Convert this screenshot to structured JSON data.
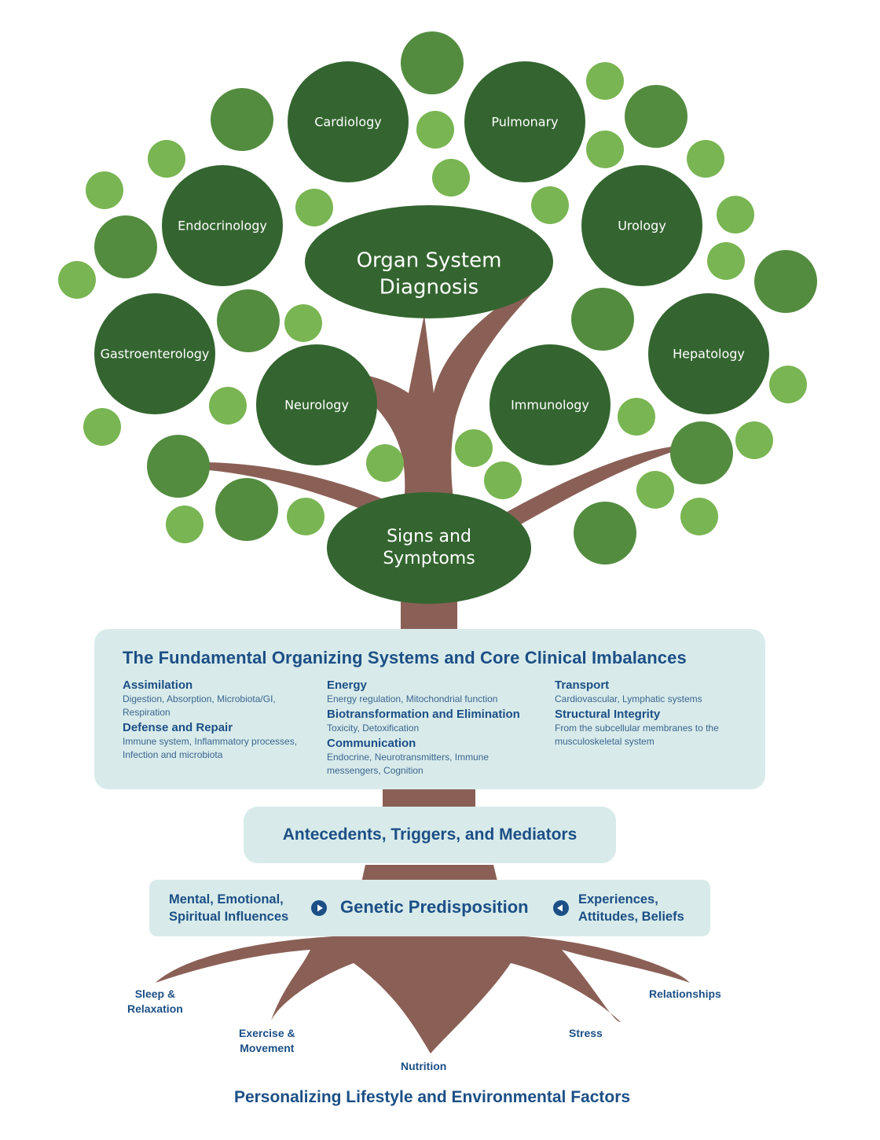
{
  "colors": {
    "dark_green": "#346530",
    "mid_green": "#538c3f",
    "light_green": "#79b552",
    "trunk_brown": "#8a6056",
    "panel_fill": "#d8ebea",
    "text_blue": "#1c4f86"
  },
  "canopy": {
    "top_node": {
      "line1": "Organ System",
      "line2": "Diagnosis"
    },
    "bottom_node": {
      "line1": "Signs and",
      "line2": "Symptoms"
    },
    "specialties": [
      "Cardiology",
      "Pulmonary",
      "Endocrinology",
      "Urology",
      "Gastroenterology",
      "Hepatology",
      "Neurology",
      "Immunology"
    ]
  },
  "core_systems": {
    "title": "The Fundamental Organizing Systems and Core Clinical Imbalances",
    "columns": [
      [
        {
          "heading": "Assimilation",
          "description": "Digestion, Absorption, Microbiota/GI, Respiration"
        },
        {
          "heading": "Defense and Repair",
          "description": "Immune system, Inflammatory processes, Infection and microbiota"
        }
      ],
      [
        {
          "heading": "Energy",
          "description": "Energy regulation, Mitochondrial function"
        },
        {
          "heading": "Biotransformation and Elimination",
          "description": "Toxicity, Detoxification"
        },
        {
          "heading": "Communication",
          "description": "Endocrine, Neurotransmitters, Immune messengers, Cognition"
        }
      ],
      [
        {
          "heading": "Transport",
          "description": "Cardiovascular, Lymphatic systems"
        },
        {
          "heading": "Structural Integrity",
          "description": "From the subcellular membranes to the musculoskeletal system"
        }
      ]
    ]
  },
  "antecedents": {
    "label": "Antecedents, Triggers, and Mediators"
  },
  "genetics": {
    "left_line1": "Mental, Emotional,",
    "left_line2": "Spiritual Influences",
    "center": "Genetic Predisposition",
    "right_line1": "Experiences,",
    "right_line2": "Attitudes, Beliefs",
    "left_icon": "arrow-right-circle-icon",
    "right_icon": "arrow-left-circle-icon"
  },
  "roots": {
    "sleep_line1": "Sleep &",
    "sleep_line2": "Relaxation",
    "exercise_line1": "Exercise &",
    "exercise_line2": "Movement",
    "nutrition": "Nutrition",
    "stress": "Stress",
    "relationships": "Relationships"
  },
  "footer": {
    "title": "Personalizing Lifestyle and Environmental Factors"
  }
}
